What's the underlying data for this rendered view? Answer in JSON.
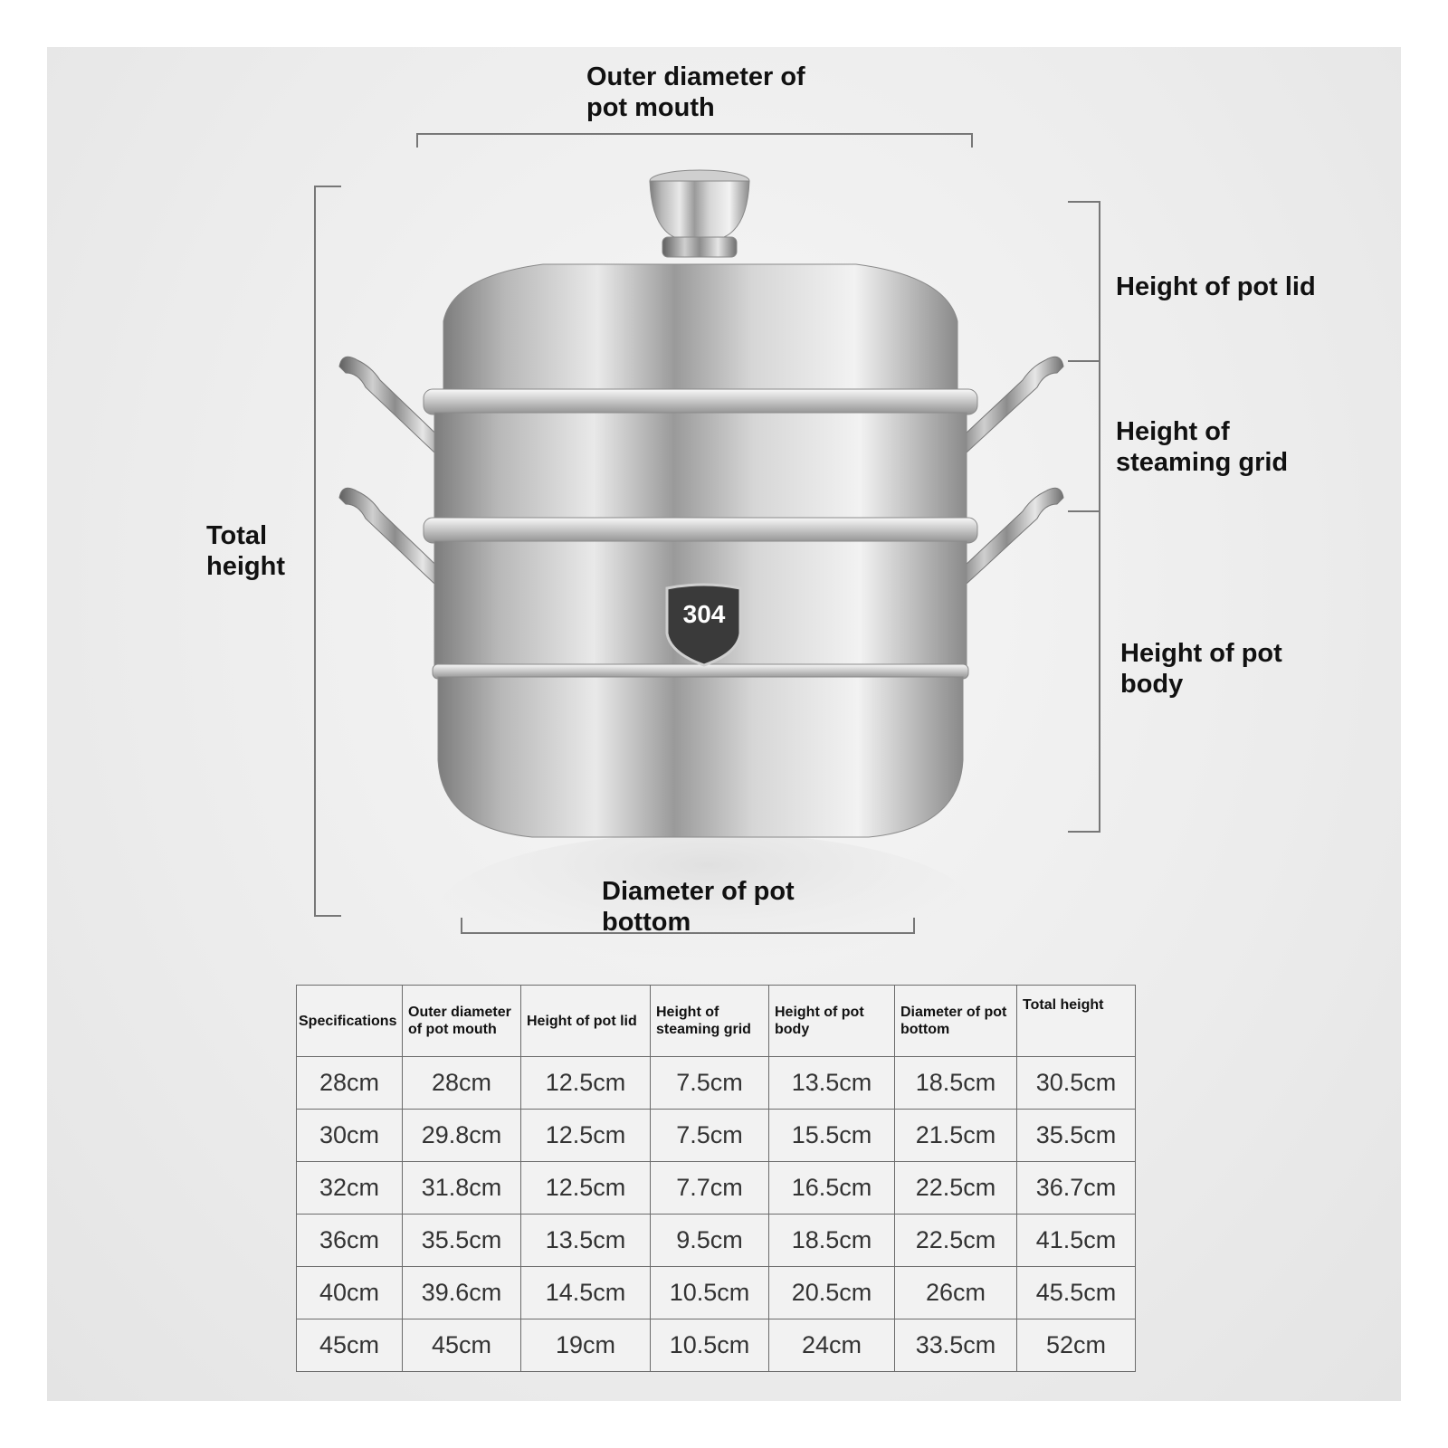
{
  "labels": {
    "outer_diameter": "Outer diameter of pot mouth",
    "total_height": "Total height",
    "lid_height": "Height of pot lid",
    "steaming_grid_height": "Height of steaming grid",
    "body_height": "Height of pot body",
    "bottom_diameter": "Diameter of pot bottom",
    "badge": "304"
  },
  "table": {
    "headers": [
      "Specifications",
      "Outer diameter of pot mouth",
      "Height of pot lid",
      "Height of steaming grid",
      "Height of pot body",
      "Diameter of pot bottom",
      "Total height"
    ],
    "rows": [
      [
        "28cm",
        "28cm",
        "12.5cm",
        "7.5cm",
        "13.5cm",
        "18.5cm",
        "30.5cm"
      ],
      [
        "30cm",
        "29.8cm",
        "12.5cm",
        "7.5cm",
        "15.5cm",
        "21.5cm",
        "35.5cm"
      ],
      [
        "32cm",
        "31.8cm",
        "12.5cm",
        "7.7cm",
        "16.5cm",
        "22.5cm",
        "36.7cm"
      ],
      [
        "36cm",
        "35.5cm",
        "13.5cm",
        "9.5cm",
        "18.5cm",
        "22.5cm",
        "41.5cm"
      ],
      [
        "40cm",
        "39.6cm",
        "14.5cm",
        "10.5cm",
        "20.5cm",
        "26cm",
        "45.5cm"
      ],
      [
        "45cm",
        "45cm",
        "19cm",
        "10.5cm",
        "24cm",
        "33.5cm",
        "52cm"
      ]
    ]
  }
}
